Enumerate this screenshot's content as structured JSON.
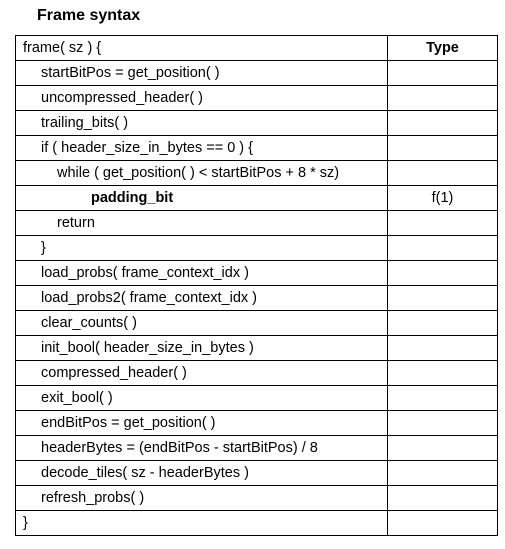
{
  "title": "Frame syntax",
  "header": {
    "syntax": "frame( sz ) {",
    "type": "Type"
  },
  "rows": [
    {
      "syntax": "startBitPos = get_position( )",
      "type": ""
    },
    {
      "syntax": "uncompressed_header( )",
      "type": ""
    },
    {
      "syntax": "trailing_bits( )",
      "type": ""
    },
    {
      "syntax": "if ( header_size_in_bytes == 0 ) {",
      "type": ""
    },
    {
      "syntax": "while ( get_position( ) < startBitPos + 8 * sz)",
      "type": ""
    },
    {
      "syntax": "padding_bit",
      "type": "f(1)"
    },
    {
      "syntax": "return",
      "type": ""
    },
    {
      "syntax": "}",
      "type": ""
    },
    {
      "syntax": "load_probs( frame_context_idx )",
      "type": ""
    },
    {
      "syntax": "load_probs2( frame_context_idx )",
      "type": ""
    },
    {
      "syntax": "clear_counts( )",
      "type": ""
    },
    {
      "syntax": "init_bool( header_size_in_bytes )",
      "type": ""
    },
    {
      "syntax": "compressed_header( )",
      "type": ""
    },
    {
      "syntax": "exit_bool( )",
      "type": ""
    },
    {
      "syntax": "endBitPos = get_position( )",
      "type": ""
    },
    {
      "syntax": "headerBytes = (endBitPos - startBitPos) / 8",
      "type": ""
    },
    {
      "syntax": "decode_tiles( sz - headerBytes )",
      "type": ""
    },
    {
      "syntax": "refresh_probs( )",
      "type": ""
    }
  ],
  "footer": {
    "syntax": "}",
    "type": ""
  }
}
